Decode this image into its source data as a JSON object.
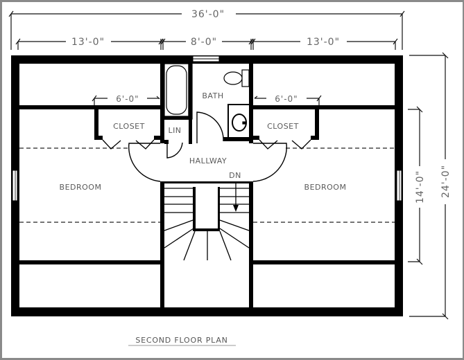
{
  "plan": {
    "title": "SECOND FLOOR PLAN",
    "dimensions": {
      "overall_width": "36'-0\"",
      "left_width": "13'-0\"",
      "center_width": "8'-0\"",
      "right_width": "13'-0\"",
      "overall_depth": "24'-0\"",
      "bedroom_depth": "14'-0\"",
      "left_closet_width": "6'-0\"",
      "right_closet_width": "6'-0\""
    },
    "rooms": {
      "bath": "BATH",
      "linen": "LIN",
      "left_closet": "CLOSET",
      "right_closet": "CLOSET",
      "hallway": "HALLWAY",
      "stairs_direction": "DN",
      "left_bedroom": "BEDROOM",
      "right_bedroom": "BEDROOM"
    },
    "colors": {
      "wall": "#000000",
      "text": "#5a5a5a",
      "frame": "#8a8a8a",
      "background": "#ffffff"
    }
  }
}
